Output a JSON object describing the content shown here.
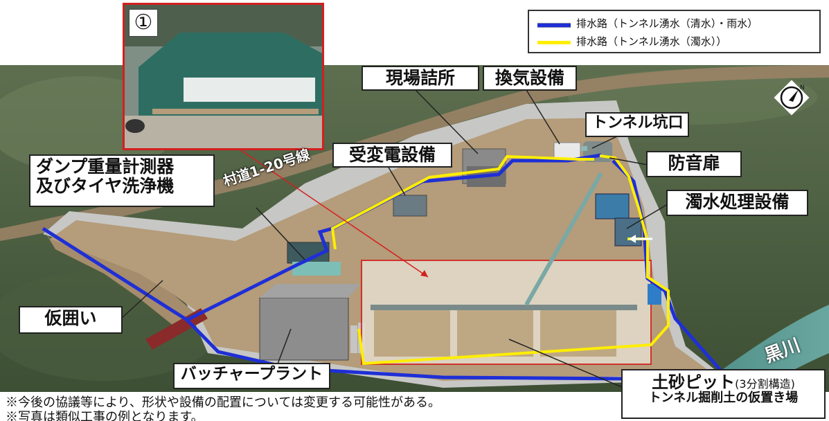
{
  "legend": {
    "items": [
      {
        "label": "排水路（トンネル湧水（清水）・雨水）",
        "color": "#1f2fd6"
      },
      {
        "label": "排水路（トンネル湧水（濁水））",
        "color": "#ffee00"
      }
    ]
  },
  "photo": {
    "number": "①"
  },
  "labels": {
    "genba_tsumesho": "現場詰所",
    "kanki_setsubi": "換気設備",
    "tunnel_koguchi": "トンネル坑口",
    "boontobira": "防音扉",
    "judenki_setsubi": "受変電設備",
    "dump_line1": "ダンプ重量計測器",
    "dump_line2": "及びタイヤ洗浄機",
    "dakusui_shori": "濁水処理設備",
    "kari_gakoi": "仮囲い",
    "batcher_plant": "バッチャープラント",
    "dosha_pit_main": "土砂ピット",
    "dosha_pit_sub": "(3分割構造)",
    "dosha_pit_line2": "トンネル掘削土の仮置き場"
  },
  "road_label": "村道1-20号線",
  "river_label": "黒川",
  "compass": {
    "letter": "N"
  },
  "notes": [
    "※今後の協議等により、形状や設備の配置については変更する可能性がある。",
    "※写真は類似工事の例となります。"
  ],
  "colors": {
    "clean_water": "#1f2fd6",
    "turbid_water": "#ffee00",
    "photo_frame": "#d41f1f",
    "pit_frame": "#d41f1f"
  }
}
